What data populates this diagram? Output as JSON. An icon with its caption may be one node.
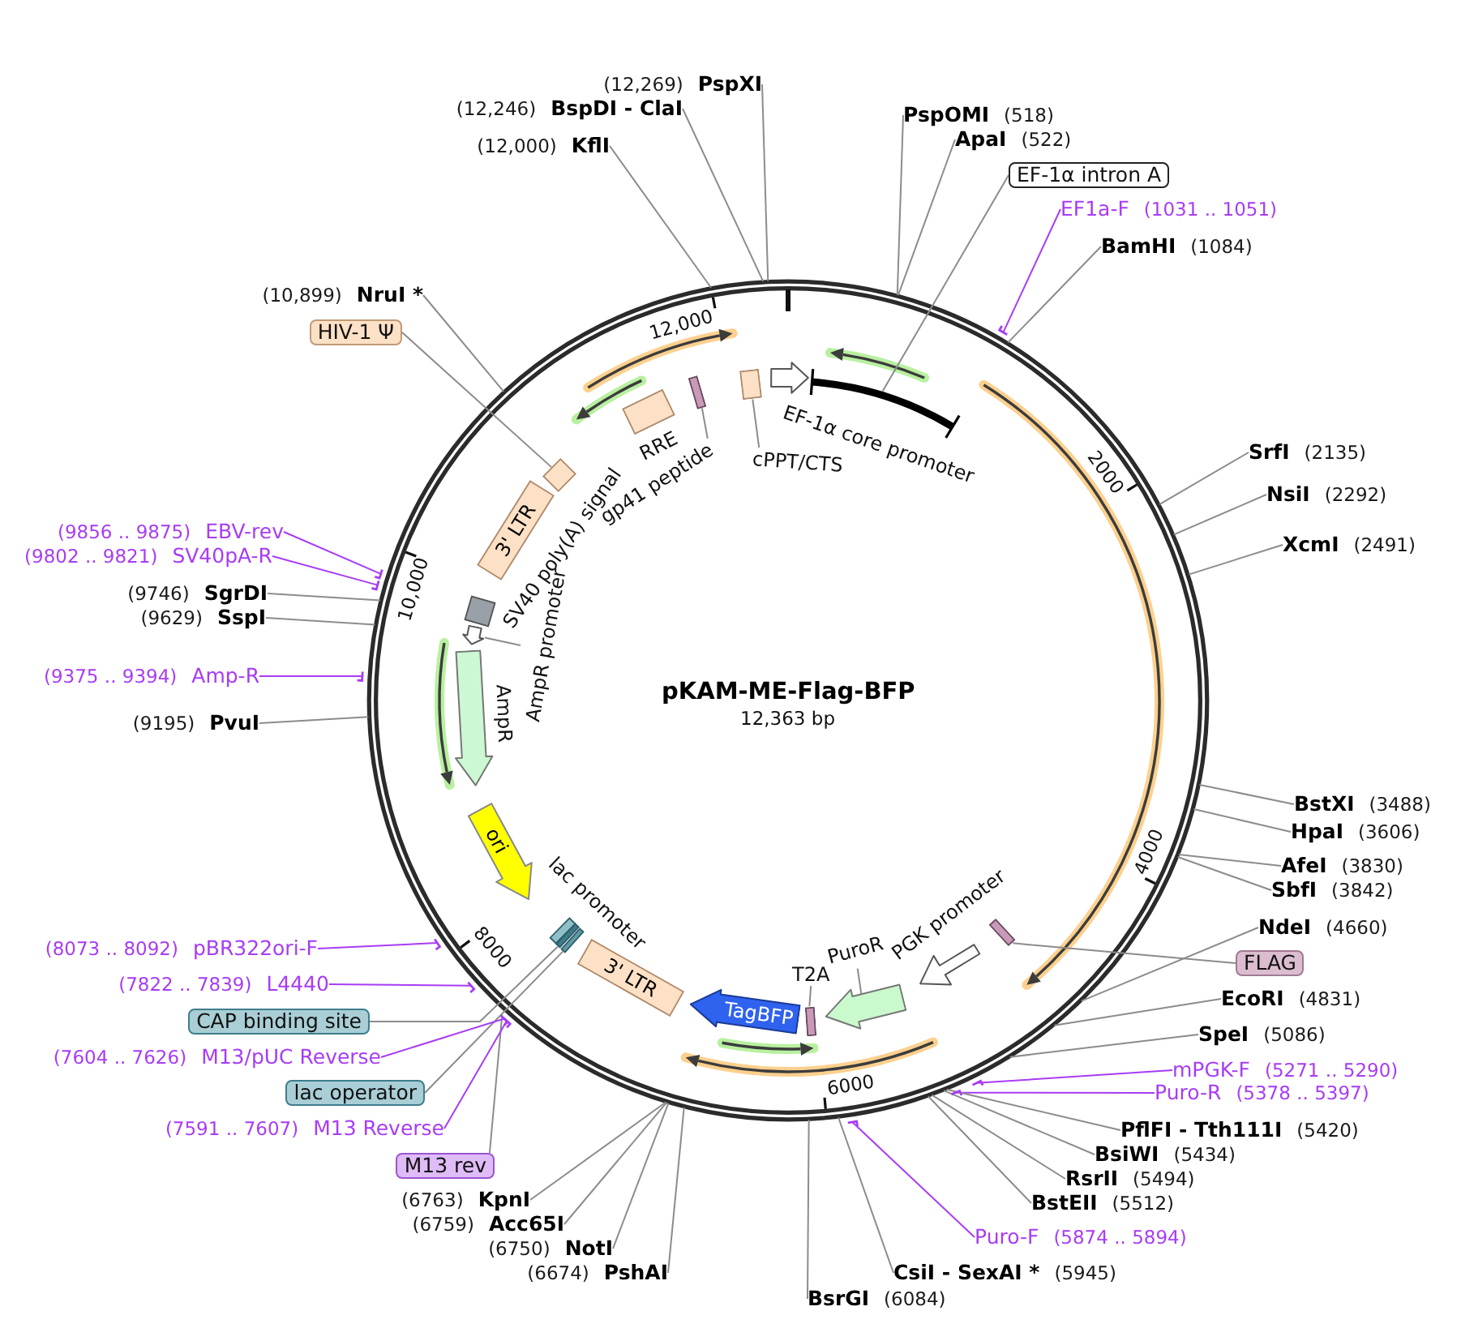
{
  "diagram": {
    "title": "pKAM-ME-Flag-BFP",
    "nodes": [
      {
        "text": [
          "PspOMI",
          "(518)"
        ]
      },
      {
        "text": [
          "ApaI",
          "(522)"
        ]
      },
      {
        "text": [
          "EF-1α intron A"
        ]
      },
      {
        "text": [
          "EF1a-F",
          "(1031 .. 1051)"
        ]
      },
      {
        "text": [
          "BamHI",
          "(1084)"
        ]
      },
      {
        "text": [
          "SrfI",
          "(2135)"
        ]
      },
      {
        "text": [
          "NsiI",
          "(2292)"
        ]
      },
      {
        "text": [
          "XcmI",
          "(2491)"
        ]
      },
      {
        "text": [
          "BstXI",
          "(3488)"
        ]
      },
      {
        "text": [
          "HpaI",
          "(3606)"
        ]
      },
      {
        "text": [
          "AfeI",
          "(3830)"
        ]
      },
      {
        "text": [
          "SbfI",
          "(3842)"
        ]
      },
      {
        "text": [
          "NdeI",
          "(4660)"
        ]
      },
      {
        "text": [
          "FLAG"
        ]
      },
      {
        "text": [
          "EcoRI",
          "(4831)"
        ]
      },
      {
        "text": [
          "SpeI",
          "(5086)"
        ]
      },
      {
        "text": [
          "mPGK-F",
          "(5271 .. 5290)"
        ]
      },
      {
        "text": [
          "Puro-R",
          "(5378 .. 5397)"
        ]
      },
      {
        "text": [
          "PflFI - Tth111I",
          "(5420)"
        ]
      },
      {
        "text": [
          "BsiWI",
          "(5434)"
        ]
      },
      {
        "text": [
          "RsrII",
          "(5494)"
        ]
      },
      {
        "text": [
          "BstEII",
          "(5512)"
        ]
      },
      {
        "text": [
          "Puro-F",
          "(5874 .. 5894)"
        ]
      },
      {
        "text": [
          "CsiI - SexAI *",
          "(5945)"
        ]
      },
      {
        "text": [
          "BsrGI",
          "(6084)"
        ]
      },
      {
        "text": [
          "(6674)",
          "PshAI"
        ]
      },
      {
        "text": [
          "(6750)",
          "NotI"
        ]
      },
      {
        "text": [
          "(6759)",
          "Acc65I"
        ]
      },
      {
        "text": [
          "(6763)",
          "KpnI"
        ]
      },
      {
        "text": [
          "M13 rev"
        ]
      },
      {
        "text": [
          "(7591 .. 7607)",
          "M13 Reverse"
        ]
      },
      {
        "text": [
          "lac operator"
        ]
      },
      {
        "text": [
          "(7604 .. 7626)",
          "M13/pUC Reverse"
        ]
      },
      {
        "text": [
          "CAP binding site"
        ]
      },
      {
        "text": [
          "(7822 .. 7839)",
          "L4440"
        ]
      },
      {
        "text": [
          "(8073 .. 8092)",
          "pBR322ori-F"
        ]
      },
      {
        "text": [
          "(9195)",
          "PvuI"
        ]
      },
      {
        "text": [
          "(9375 .. 9394)",
          "Amp-R"
        ]
      },
      {
        "text": [
          "(9629)",
          "SspI"
        ]
      },
      {
        "text": [
          "(9746)",
          "SgrDI"
        ]
      },
      {
        "text": [
          "(9802 .. 9821)",
          "SV40pA-R"
        ]
      },
      {
        "text": [
          "(9856 .. 9875)",
          "EBV-rev"
        ]
      },
      {
        "text": [
          "HIV-1 Ψ"
        ]
      },
      {
        "text": [
          "(10,899)",
          "NruI *"
        ]
      },
      {
        "text": [
          "(12,000)",
          "KflI"
        ]
      },
      {
        "text": [
          "(12,246)",
          "BspDI - ClaI"
        ]
      },
      {
        "text": [
          "(12,269)",
          "PspXI"
        ]
      },
      {
        "text": [],
        "shape": "arrow",
        "beside": [
          "EF-1α core promoter"
        ]
      },
      {
        "text": [],
        "shape": "line"
      },
      {
        "text": [],
        "shape": "arrow",
        "beside": [
          "PGK promoter"
        ]
      },
      {
        "text": [],
        "shape": "bar"
      },
      {
        "text": [
          "PuroR"
        ]
      },
      {
        "text": [],
        "shape": "arrow"
      },
      {
        "text": [
          "T2A"
        ]
      },
      {
        "text": [],
        "shape": "bar"
      },
      {
        "text": [
          "TagBFP"
        ]
      },
      {
        "text": [
          "3' LTR"
        ]
      },
      {
        "text": [],
        "shape": "bar"
      },
      {
        "text": [],
        "shape": "bar"
      },
      {
        "text": [],
        "shape": "bar",
        "beside": [
          "lac promoter"
        ]
      },
      {
        "text": [
          "ori"
        ]
      },
      {
        "text": [],
        "shape": "arrow",
        "beside": [
          "AmpR"
        ]
      },
      {
        "text": [
          "AmpR promoter"
        ]
      },
      {
        "text": [],
        "shape": "arrow"
      },
      {
        "text": [],
        "shape": "box",
        "beside": [
          "SV40 poly(A) signal"
        ]
      },
      {
        "text": [
          "3' LTR"
        ]
      },
      {
        "text": [],
        "shape": "box"
      },
      {
        "text": [],
        "shape": "box",
        "beside": [
          "RRE"
        ]
      },
      {
        "text": [
          "gp41 peptide"
        ]
      },
      {
        "text": [],
        "shape": "bar"
      },
      {
        "text": [
          "cPPT/CTS"
        ]
      },
      {
        "text": [],
        "shape": "box"
      }
    ],
    "edges": [
      {
        "from": 0,
        "to": null,
        "arrow": "none"
      },
      {
        "from": 1,
        "to": null,
        "arrow": "none"
      },
      {
        "from": 2,
        "to": 48,
        "arrow": "none"
      },
      {
        "from": 3,
        "to": null,
        "arrow": "none",
        "color": "#a83cf5"
      },
      {
        "from": 4,
        "to": null,
        "arrow": "none"
      },
      {
        "from": 5,
        "to": null,
        "arrow": "none"
      },
      {
        "from": 6,
        "to": null,
        "arrow": "none"
      },
      {
        "from": 7,
        "to": null,
        "arrow": "none"
      },
      {
        "from": 8,
        "to": null,
        "arrow": "none"
      },
      {
        "from": 9,
        "to": null,
        "arrow": "none"
      },
      {
        "from": 10,
        "to": null,
        "arrow": "none"
      },
      {
        "from": 11,
        "to": null,
        "arrow": "none"
      },
      {
        "from": 12,
        "to": null,
        "arrow": "none"
      },
      {
        "from": 13,
        "to": 50,
        "arrow": "none"
      },
      {
        "from": 14,
        "to": null,
        "arrow": "none"
      },
      {
        "from": 15,
        "to": null,
        "arrow": "none"
      },
      {
        "from": 16,
        "to": null,
        "arrow": "none",
        "color": "#a83cf5"
      },
      {
        "from": 17,
        "to": null,
        "arrow": "none",
        "color": "#a83cf5"
      },
      {
        "from": 18,
        "to": null,
        "arrow": "none"
      },
      {
        "from": 19,
        "to": null,
        "arrow": "none"
      },
      {
        "from": 20,
        "to": null,
        "arrow": "none"
      },
      {
        "from": 21,
        "to": null,
        "arrow": "none"
      },
      {
        "from": 22,
        "to": null,
        "arrow": "none",
        "color": "#a83cf5"
      },
      {
        "from": 23,
        "to": null,
        "arrow": "none"
      },
      {
        "from": 24,
        "to": null,
        "arrow": "none"
      },
      {
        "from": 25,
        "to": null,
        "arrow": "none"
      },
      {
        "from": 26,
        "to": null,
        "arrow": "none"
      },
      {
        "from": 27,
        "to": null,
        "arrow": "none"
      },
      {
        "from": 28,
        "to": null,
        "arrow": "none"
      },
      {
        "from": 29,
        "to": null,
        "arrow": "none"
      },
      {
        "from": 30,
        "to": null,
        "arrow": "none",
        "color": "#a83cf5"
      },
      {
        "from": 31,
        "to": 57,
        "arrow": "none"
      },
      {
        "from": 32,
        "to": null,
        "arrow": "none",
        "color": "#a83cf5"
      },
      {
        "from": 33,
        "to": 58,
        "arrow": "none"
      },
      {
        "from": 34,
        "to": null,
        "arrow": "none",
        "color": "#a83cf5"
      },
      {
        "from": 35,
        "to": null,
        "arrow": "none",
        "color": "#a83cf5"
      },
      {
        "from": 36,
        "to": null,
        "arrow": "none"
      },
      {
        "from": 37,
        "to": null,
        "arrow": "none",
        "color": "#a83cf5"
      },
      {
        "from": 38,
        "to": null,
        "arrow": "none"
      },
      {
        "from": 39,
        "to": null,
        "arrow": "none"
      },
      {
        "from": 40,
        "to": null,
        "arrow": "none",
        "color": "#a83cf5"
      },
      {
        "from": 41,
        "to": null,
        "arrow": "none",
        "color": "#a83cf5"
      },
      {
        "from": 42,
        "to": 66,
        "arrow": "none"
      },
      {
        "from": 43,
        "to": null,
        "arrow": "none"
      },
      {
        "from": 44,
        "to": null,
        "arrow": "none"
      },
      {
        "from": 45,
        "to": null,
        "arrow": "none"
      },
      {
        "from": 46,
        "to": null,
        "arrow": "none"
      },
      {
        "from": 51,
        "to": 52,
        "arrow": "none"
      },
      {
        "from": 53,
        "to": 54,
        "arrow": "none"
      },
      {
        "from": 62,
        "to": 63,
        "arrow": "none"
      },
      {
        "from": 68,
        "to": 69,
        "arrow": "none"
      },
      {
        "from": 70,
        "to": 71,
        "arrow": "none"
      }
    ],
    "labels": [
      "12,363 bp",
      "2000",
      "4000",
      "6000",
      "8000",
      "10,000",
      "12,000"
    ]
  }
}
